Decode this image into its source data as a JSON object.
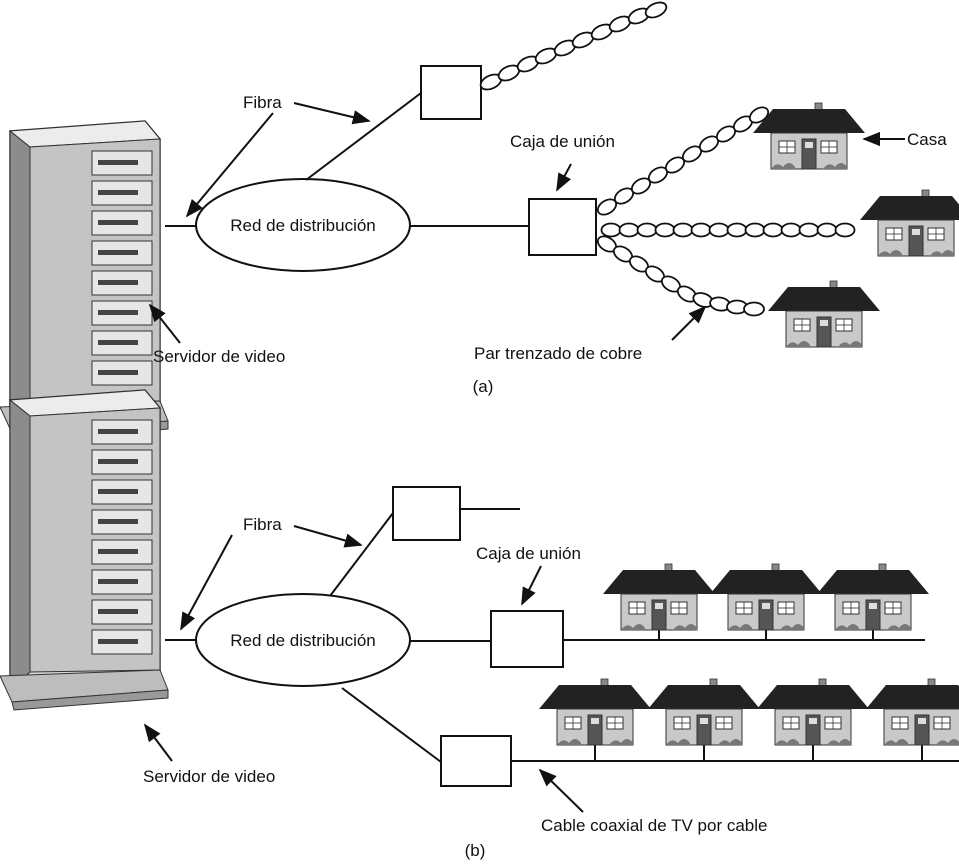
{
  "panel_a": {
    "fiber_label": "Fibra",
    "network_label": "Red de distribución",
    "junction_label": "Caja de unión",
    "house_label": "Casa",
    "twisted_pair_label": "Par trenzado de cobre",
    "server_label": "Servidor de video",
    "caption": "(a)"
  },
  "panel_b": {
    "fiber_label": "Fibra",
    "network_label": "Red de distribución",
    "junction_label": "Caja de unión",
    "server_label": "Servidor de video",
    "coax_label": "Cable coaxial de TV por cable",
    "caption": "(b)"
  }
}
